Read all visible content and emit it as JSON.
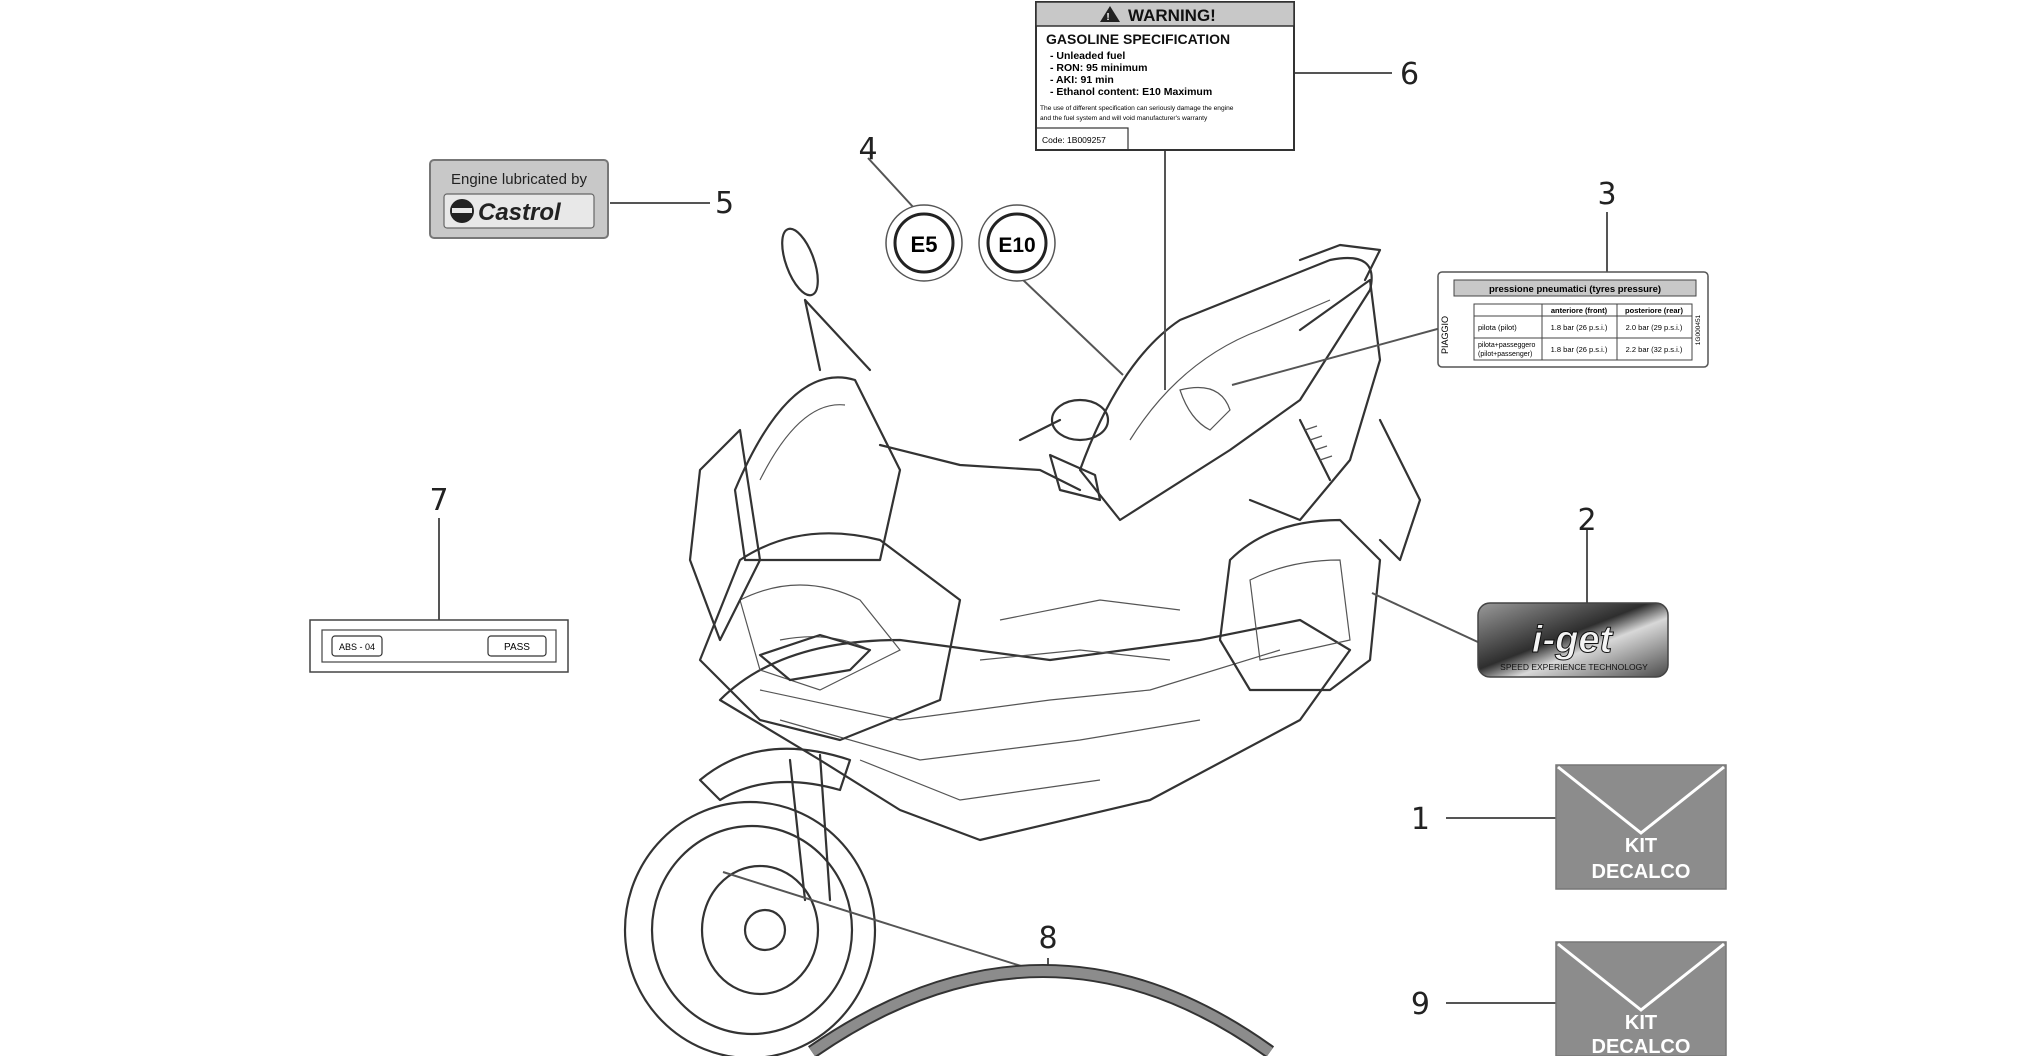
{
  "callouts": {
    "c1": "1",
    "c2": "2",
    "c3": "3",
    "c4": "4",
    "c5": "5",
    "c6": "6",
    "c7": "7",
    "c8": "8",
    "c9": "9"
  },
  "warning_label": {
    "header": "WARNING!",
    "title": "GASOLINE SPECIFICATION",
    "items": [
      "- Unleaded fuel",
      "- RON: 95 minimum",
      "- AKI: 91 min",
      "- Ethanol content: E10 Maximum"
    ],
    "note_line1": "The use of different specification can seriously damage the engine",
    "note_line2": "and the fuel system and will void manufacturer's warranty",
    "code": "Code: 1B009257"
  },
  "castrol_label": {
    "line1": "Engine lubricated by",
    "brand": "Castrol"
  },
  "fuel_badges": {
    "e5": "E5",
    "e10": "E10"
  },
  "tyre_label": {
    "title": "pressione pneumatici (tyres pressure)",
    "brand_vertical": "PIAGGIO",
    "code_vertical": "1G000451",
    "col_front": "anteriore (front)",
    "col_rear": "posteriore (rear)",
    "row1_label": "pilota (pilot)",
    "row1_front": "1.8 bar (26 p.s.i.)",
    "row1_rear": "2.0 bar (29 p.s.i.)",
    "row2_label_a": "pilota+passeggero",
    "row2_label_b": "(pilot+passenger)",
    "row2_front": "1.8 bar (26 p.s.i.)",
    "row2_rear": "2.2 bar (32 p.s.i.)"
  },
  "iget_label": {
    "logo": "i-get",
    "tagline": "SPEED EXPERIENCE TECHNOLOGY"
  },
  "abs_label": {
    "left": "ABS - 04",
    "right": "PASS"
  },
  "kit_1": {
    "line1": "KIT",
    "line2": "DECALCO"
  },
  "kit_9": {
    "line1": "KIT",
    "line2": "DECALCO"
  },
  "colors": {
    "kit_grey": "#8c8c8c",
    "castrol_grey": "#c8c8c8",
    "iget_dark": "#3a3a3a"
  }
}
